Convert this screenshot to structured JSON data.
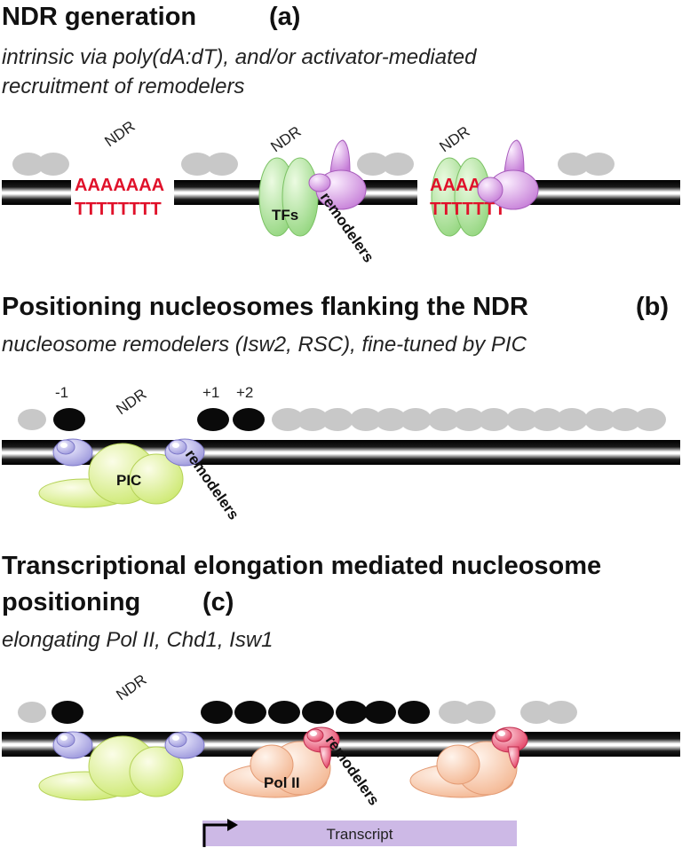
{
  "panel_a": {
    "title": "NDR generation",
    "letter": "(a)",
    "subtitle_line1": "intrinsic via poly(dA:dT), and/or activator-mediated",
    "subtitle_line2": "recruitment of remodelers",
    "ndr_label": "NDR",
    "poly_a": "AAAAAAA",
    "poly_t": "TTTTTTTT",
    "poly_a_short": "AAAA",
    "poly_t_short": "TTTTTTT",
    "tfs_label": "TFs",
    "remodelers_label": "remodelers"
  },
  "panel_b": {
    "title": "Positioning nucleosomes flanking the NDR",
    "letter": "(b)",
    "subtitle": "nucleosome remodelers (Isw2, RSC), fine-tuned by PIC",
    "minus1": "-1",
    "plus1": "+1",
    "plus2": "+2",
    "ndr_label": "NDR",
    "pic_label": "PIC",
    "remodelers_label": "remodelers"
  },
  "panel_c": {
    "title_line1": "Transcriptional elongation mediated nucleosome",
    "title_line2": "positioning",
    "letter": "(c)",
    "subtitle": "elongating Pol II, Chd1, Isw1",
    "ndr_label": "NDR",
    "polii_label": "Pol II",
    "remodelers_label": "remodelers",
    "transcript_label": "Transcript"
  },
  "colors": {
    "nucleosome_gray": "#c8c8c8",
    "nucleosome_black": "#0a0a0a",
    "tf_green": "#9fd88a",
    "remodeler_purple": "#cf8fdc",
    "remodeler_blue": "#a7a4e0",
    "pic_green": "#d7ef85",
    "polii_peach": "#f8c7a8",
    "remodeler_pink": "#e8506e",
    "transcript_lavender": "#cdb9e6"
  }
}
